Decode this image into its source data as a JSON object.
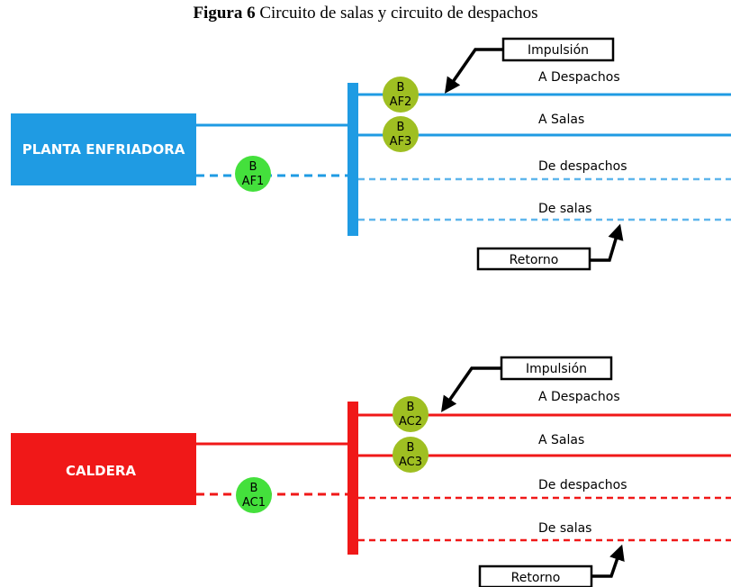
{
  "caption": {
    "prefix": "Figura 6",
    "text": " Circuito de salas y circuito de despachos"
  },
  "colors": {
    "cold": "#1f9be3",
    "hot": "#f01818",
    "pump_green": "#44e03c",
    "pump_olive": "#9fbf22"
  },
  "cold_circuit": {
    "plant_label": "PLANTA ENFRIADORA",
    "main_pump": [
      "B",
      "AF1"
    ],
    "pump_1": [
      "B",
      "AF2"
    ],
    "pump_2": [
      "B",
      "AF3"
    ],
    "lines": [
      "A Despachos",
      "A Salas",
      "De despachos",
      "De salas"
    ],
    "supply_label": "Impulsión",
    "return_label": "Retorno"
  },
  "hot_circuit": {
    "plant_label": "CALDERA",
    "main_pump": [
      "B",
      "AC1"
    ],
    "pump_1": [
      "B",
      "AC2"
    ],
    "pump_2": [
      "B",
      "AC3"
    ],
    "lines": [
      "A Despachos",
      "A Salas",
      "De despachos",
      "De salas"
    ],
    "supply_label": "Impulsión",
    "return_label": "Retorno"
  }
}
